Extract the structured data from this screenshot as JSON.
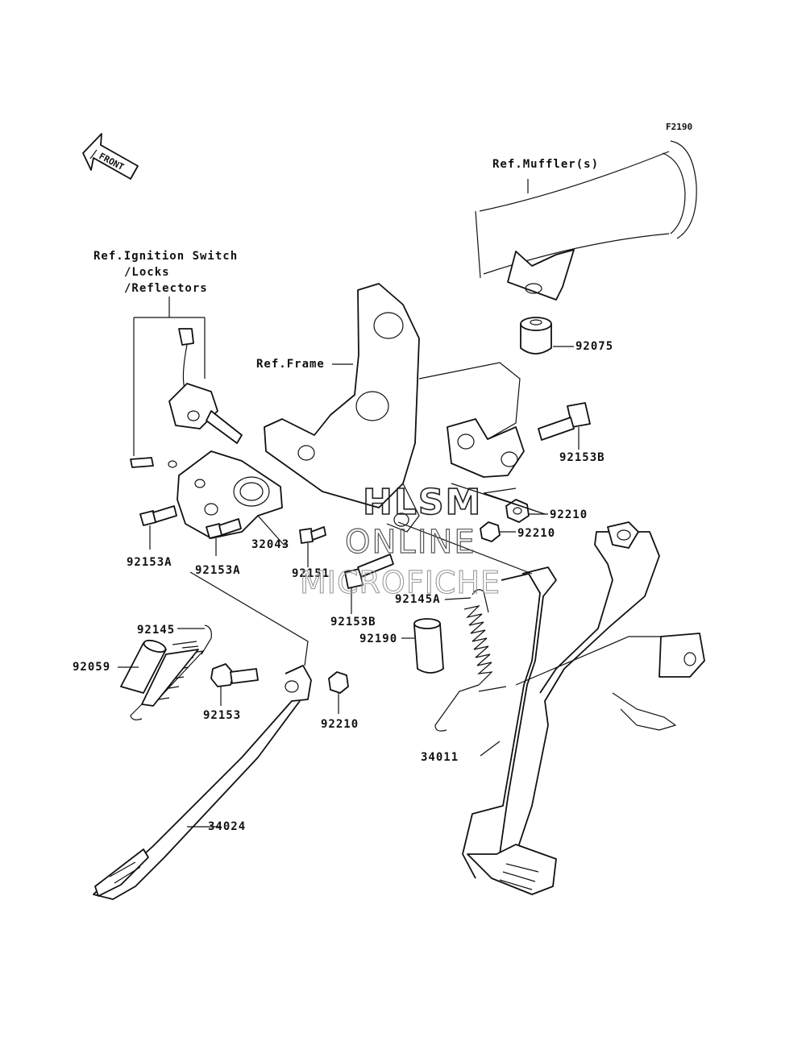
{
  "diagram_code": "F2190",
  "front_arrow": {
    "label": "FRONT",
    "icon": "front-direction-arrow-icon"
  },
  "references": {
    "muffler": "Ref.Muffler(s)",
    "ignition": [
      "Ref.Ignition Switch",
      "/Locks",
      "/Reflectors"
    ],
    "frame": "Ref.Frame"
  },
  "parts": {
    "p92075": "92075",
    "p92153B_top": "92153B",
    "p92210_a": "92210",
    "p92210_b": "92210",
    "p92210_c": "92210",
    "p92153A_left": "92153A",
    "p92153A_right": "92153A",
    "p32043": "32043",
    "p92151": "92151",
    "p92145A": "92145A",
    "p92153B_bottom": "92153B",
    "p92190": "92190",
    "p92145": "92145",
    "p92059": "92059",
    "p92153": "92153",
    "p34011": "34011",
    "p34024": "34024"
  },
  "watermark": {
    "line1": "HLSM",
    "line2": "ONLINE",
    "line3": "MICROFICHE"
  }
}
